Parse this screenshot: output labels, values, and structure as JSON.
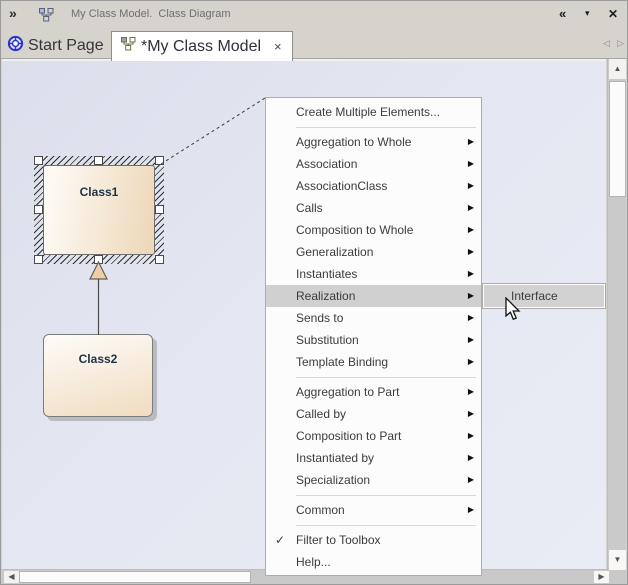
{
  "titlebar": {
    "collapse_icon": "»",
    "title": "My Class Model.  Class Diagram",
    "pin_icon": "«",
    "dropdown_icon": "▾",
    "close_icon": "✕"
  },
  "tabbar": {
    "tabs": [
      {
        "label": "Start Page",
        "active": false
      },
      {
        "label": "*My Class Model",
        "active": true,
        "close_icon": "×"
      }
    ],
    "nav_back_icon": "◁",
    "nav_forward_icon": "▷"
  },
  "diagram": {
    "class1_label": "Class1",
    "class2_label": "Class2"
  },
  "context_menu": {
    "items": [
      {
        "label": "Create Multiple Elements...",
        "type": "item"
      },
      {
        "type": "separator"
      },
      {
        "label": "Aggregation to Whole",
        "type": "item",
        "has_submenu": true
      },
      {
        "label": "Association",
        "type": "item",
        "has_submenu": true
      },
      {
        "label": "AssociationClass",
        "type": "item",
        "has_submenu": true
      },
      {
        "label": "Calls",
        "type": "item",
        "has_submenu": true
      },
      {
        "label": "Composition to Whole",
        "type": "item",
        "has_submenu": true
      },
      {
        "label": "Generalization",
        "type": "item",
        "has_submenu": true
      },
      {
        "label": "Instantiates",
        "type": "item",
        "has_submenu": true
      },
      {
        "label": "Realization",
        "type": "item",
        "has_submenu": true,
        "highlighted": true
      },
      {
        "label": "Sends to",
        "type": "item",
        "has_submenu": true
      },
      {
        "label": "Substitution",
        "type": "item",
        "has_submenu": true
      },
      {
        "label": "Template Binding",
        "type": "item",
        "has_submenu": true
      },
      {
        "type": "separator"
      },
      {
        "label": "Aggregation to Part",
        "type": "item",
        "has_submenu": true
      },
      {
        "label": "Called by",
        "type": "item",
        "has_submenu": true
      },
      {
        "label": "Composition to Part",
        "type": "item",
        "has_submenu": true
      },
      {
        "label": "Instantiated by",
        "type": "item",
        "has_submenu": true
      },
      {
        "label": "Specialization",
        "type": "item",
        "has_submenu": true
      },
      {
        "type": "separator"
      },
      {
        "label": "Common",
        "type": "item",
        "has_submenu": true
      },
      {
        "type": "separator"
      },
      {
        "label": "Filter to Toolbox",
        "type": "item",
        "checked": true
      },
      {
        "label": "Help...",
        "type": "item"
      }
    ]
  },
  "submenu": {
    "items": [
      {
        "label": "Interface",
        "highlighted": true
      }
    ]
  },
  "icons": {
    "submenu_arrow": "▶",
    "checkmark": "✓",
    "scroll_up": "▲",
    "scroll_down": "▼",
    "scroll_left": "◀",
    "scroll_right": "▶"
  },
  "colors": {
    "canvas_bg": "#e4e7f1",
    "menu_bg": "#fcfcfc",
    "menu_highlight": "#d0d0d0",
    "class_fill_light": "#fdfaf4",
    "class_fill_dark": "#eed8ba",
    "class_label_text": "#1e3148",
    "titlebar_bg": "#d6d2cc"
  }
}
